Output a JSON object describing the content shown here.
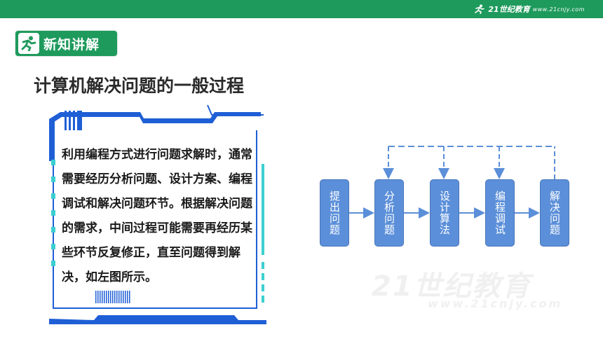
{
  "brand": {
    "name": "21世纪教育",
    "sub": "www.21cnjy.com"
  },
  "badge": {
    "label": "新知讲解",
    "icon": "runner-icon"
  },
  "heading": "计算机解决问题的一般过程",
  "paragraph": "利用编程方式进行问题求解时，通常需要经历分析问题、设计方案、编程调试和解决问题环节。根据解决问题的需求，中间过程可能需要再经历某些环节反复修正，直至问题得到解决，如左图所示。",
  "flow": {
    "steps": [
      "提出问题",
      "分析问题",
      "设计算法",
      "编程调试",
      "解决问题"
    ]
  },
  "watermark": {
    "main": "21世纪教育",
    "sub": "www.21cnjy.com"
  },
  "colors": {
    "green": "#1e9a5c",
    "blue": "#1f5fd6",
    "step_fill": "#5b8fd9",
    "teal": "#3ccfd0"
  }
}
